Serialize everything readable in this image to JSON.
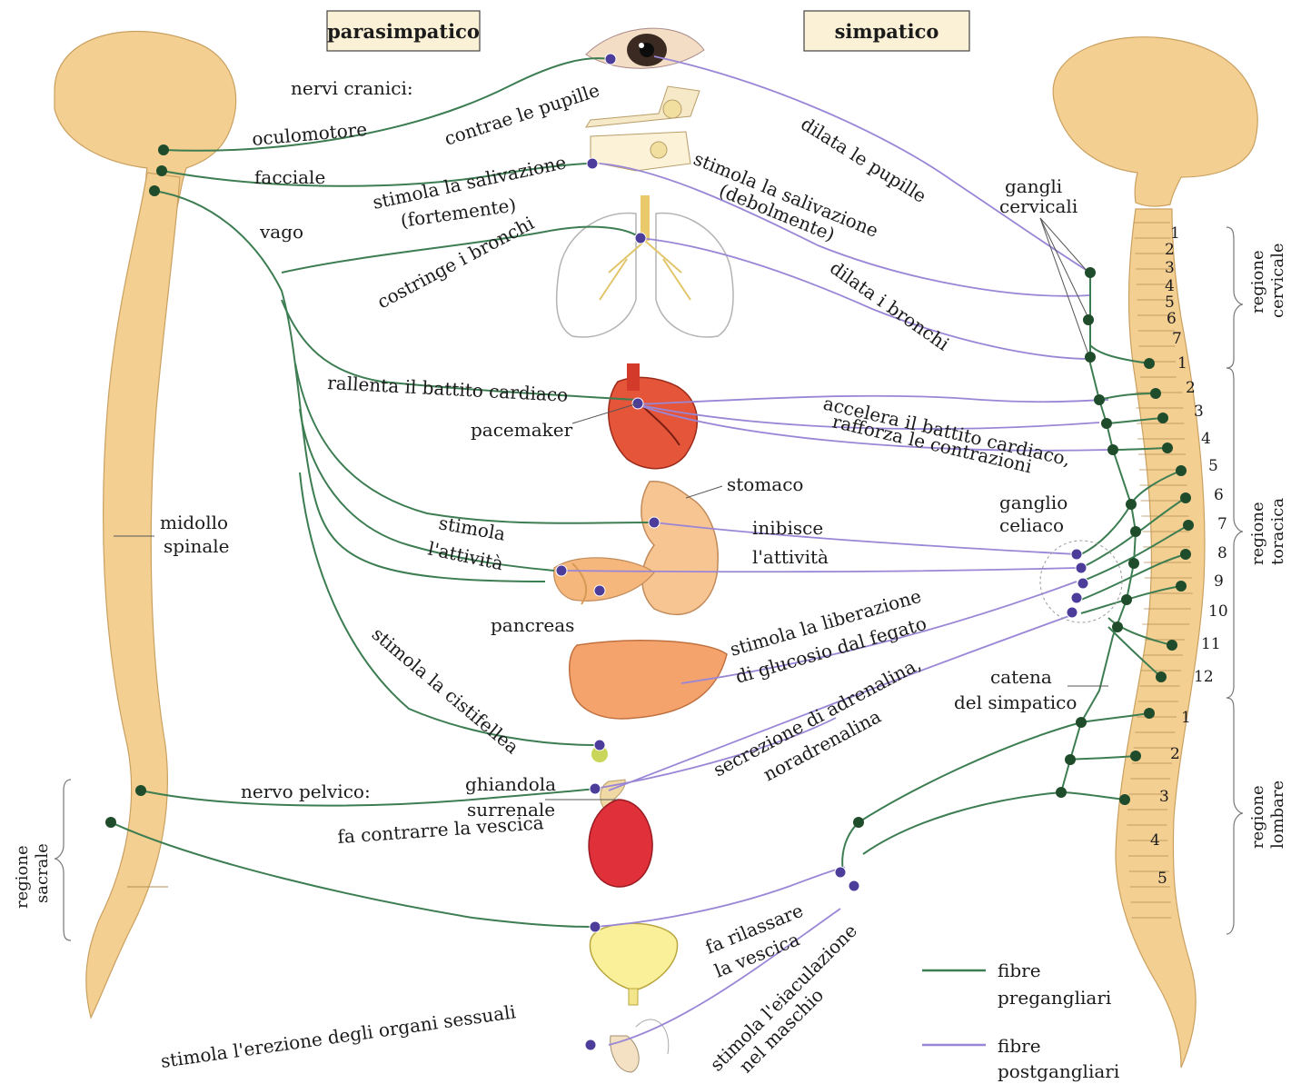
{
  "headers": {
    "parasympathetic": "parasimpatico",
    "sympathetic": "simpatico"
  },
  "parasympathetic": {
    "cranial_nerves": "nervi cranici:",
    "oculomotor": "oculomotore",
    "facial": "facciale",
    "vagus": "vago",
    "pupils": "contrae le pupille",
    "saliva_1": "stimola la salivazione",
    "saliva_2": "(fortemente)",
    "bronchi": "costringe i bronchi",
    "heart": "rallenta il battito cardiaco",
    "pacemaker": "pacemaker",
    "stomach_1": "stimola",
    "stomach_2": "l'attività",
    "pancreas": "pancreas",
    "gallbladder": "stimola la cistifellea",
    "spinal_cord_1": "midollo",
    "spinal_cord_2": "spinale",
    "pelvic": "nervo pelvico:",
    "bladder": "fa contrarre la vescica",
    "erection": "stimola l'erezione degli organi sessuali",
    "sacral_1": "regione",
    "sacral_2": "sacrale"
  },
  "sympathetic": {
    "pupils": "dilata le pupille",
    "saliva_1": "stimola la salivazione",
    "saliva_2": "(debolmente)",
    "bronchi": "dilata i bronchi",
    "heart_1": "accelera il battito cardiaco,",
    "heart_2": "rafforza le contrazioni",
    "stomach_1": "inibisce",
    "stomach_2": "l'attività",
    "stomach_organ": "stomaco",
    "liver_1": "stimola la liberazione",
    "liver_2": "di glucosio dal fegato",
    "adrenal_1": "ghiandola",
    "adrenal_2": "surrenale",
    "adrenaline_1": "secrezione di adrenalina,",
    "adrenaline_2": "noradrenalina",
    "bladder_1": "fa rilassare",
    "bladder_2": "la vescica",
    "ejaculation_1": "stimola l'eiaculazione",
    "ejaculation_2": "nel maschio",
    "cervical_ganglia_1": "gangli",
    "cervical_ganglia_2": "cervicali",
    "celiac_1": "ganglio",
    "celiac_2": "celiaco",
    "chain_1": "catena",
    "chain_2": "del simpatico"
  },
  "regions": {
    "cervical_1": "regione",
    "cervical_2": "cervicale",
    "thoracic_1": "regione",
    "thoracic_2": "toracica",
    "lumbar_1": "regione",
    "lumbar_2": "lombare"
  },
  "vertebrae": {
    "cervical": [
      "1",
      "2",
      "3",
      "4",
      "5",
      "6",
      "7"
    ],
    "thoracic": [
      "1",
      "2",
      "3",
      "4",
      "5",
      "6",
      "7",
      "8",
      "9",
      "10",
      "11",
      "12"
    ],
    "lumbar": [
      "1",
      "2",
      "3",
      "4",
      "5"
    ]
  },
  "legend": {
    "pre_1": "fibre",
    "pre_2": "pregangliari",
    "post_1": "fibre",
    "post_2": "postgangliari"
  },
  "colors": {
    "preganglionic": "#3d7d52",
    "postganglionic": "#9a86d6",
    "cord": "#f4cf92"
  }
}
